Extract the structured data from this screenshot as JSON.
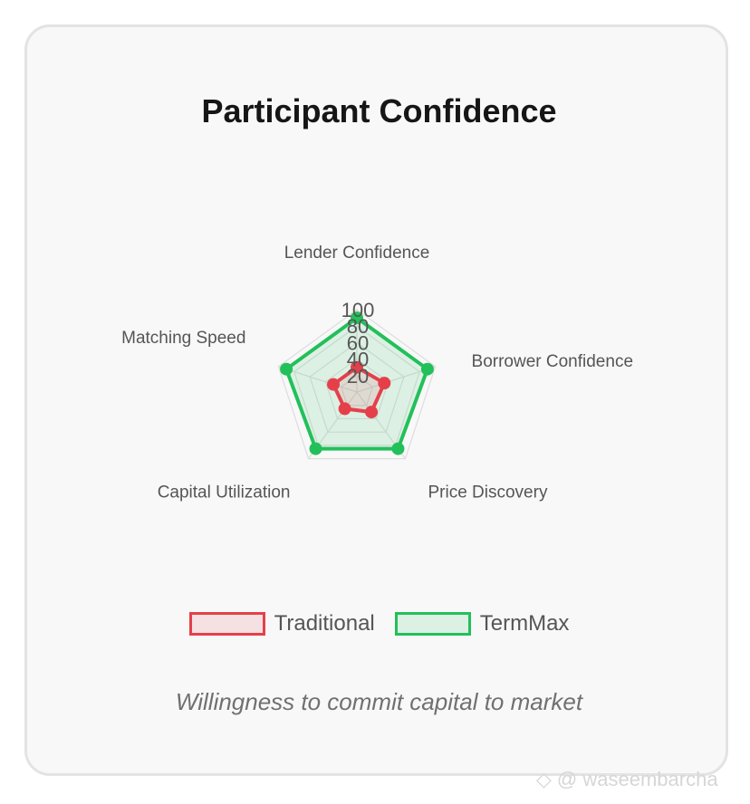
{
  "chart_data": {
    "type": "radar",
    "title": "Participant Confidence",
    "axes": [
      "Lender Confidence",
      "Borrower Confidence",
      "Price Discovery",
      "Capital Utilization",
      "Matching Speed"
    ],
    "rlim": [
      0,
      100
    ],
    "ticks": [
      "20",
      "40",
      "60",
      "80",
      "100"
    ],
    "series": [
      {
        "name": "Traditional",
        "values": [
          30,
          35,
          30,
          25,
          30
        ],
        "color": "#e5404a"
      },
      {
        "name": "TermMax",
        "values": [
          90,
          90,
          85,
          85,
          90
        ],
        "color": "#22c05a"
      }
    ],
    "legend_position": "bottom"
  },
  "caption": "Willingness to commit capital to market",
  "watermark": "@ waseembarcha",
  "colors": {
    "grid": "#dddddd",
    "traditional_fill": "rgba(229,64,74,0.12)",
    "termmax_fill": "rgba(34,192,90,0.12)"
  }
}
